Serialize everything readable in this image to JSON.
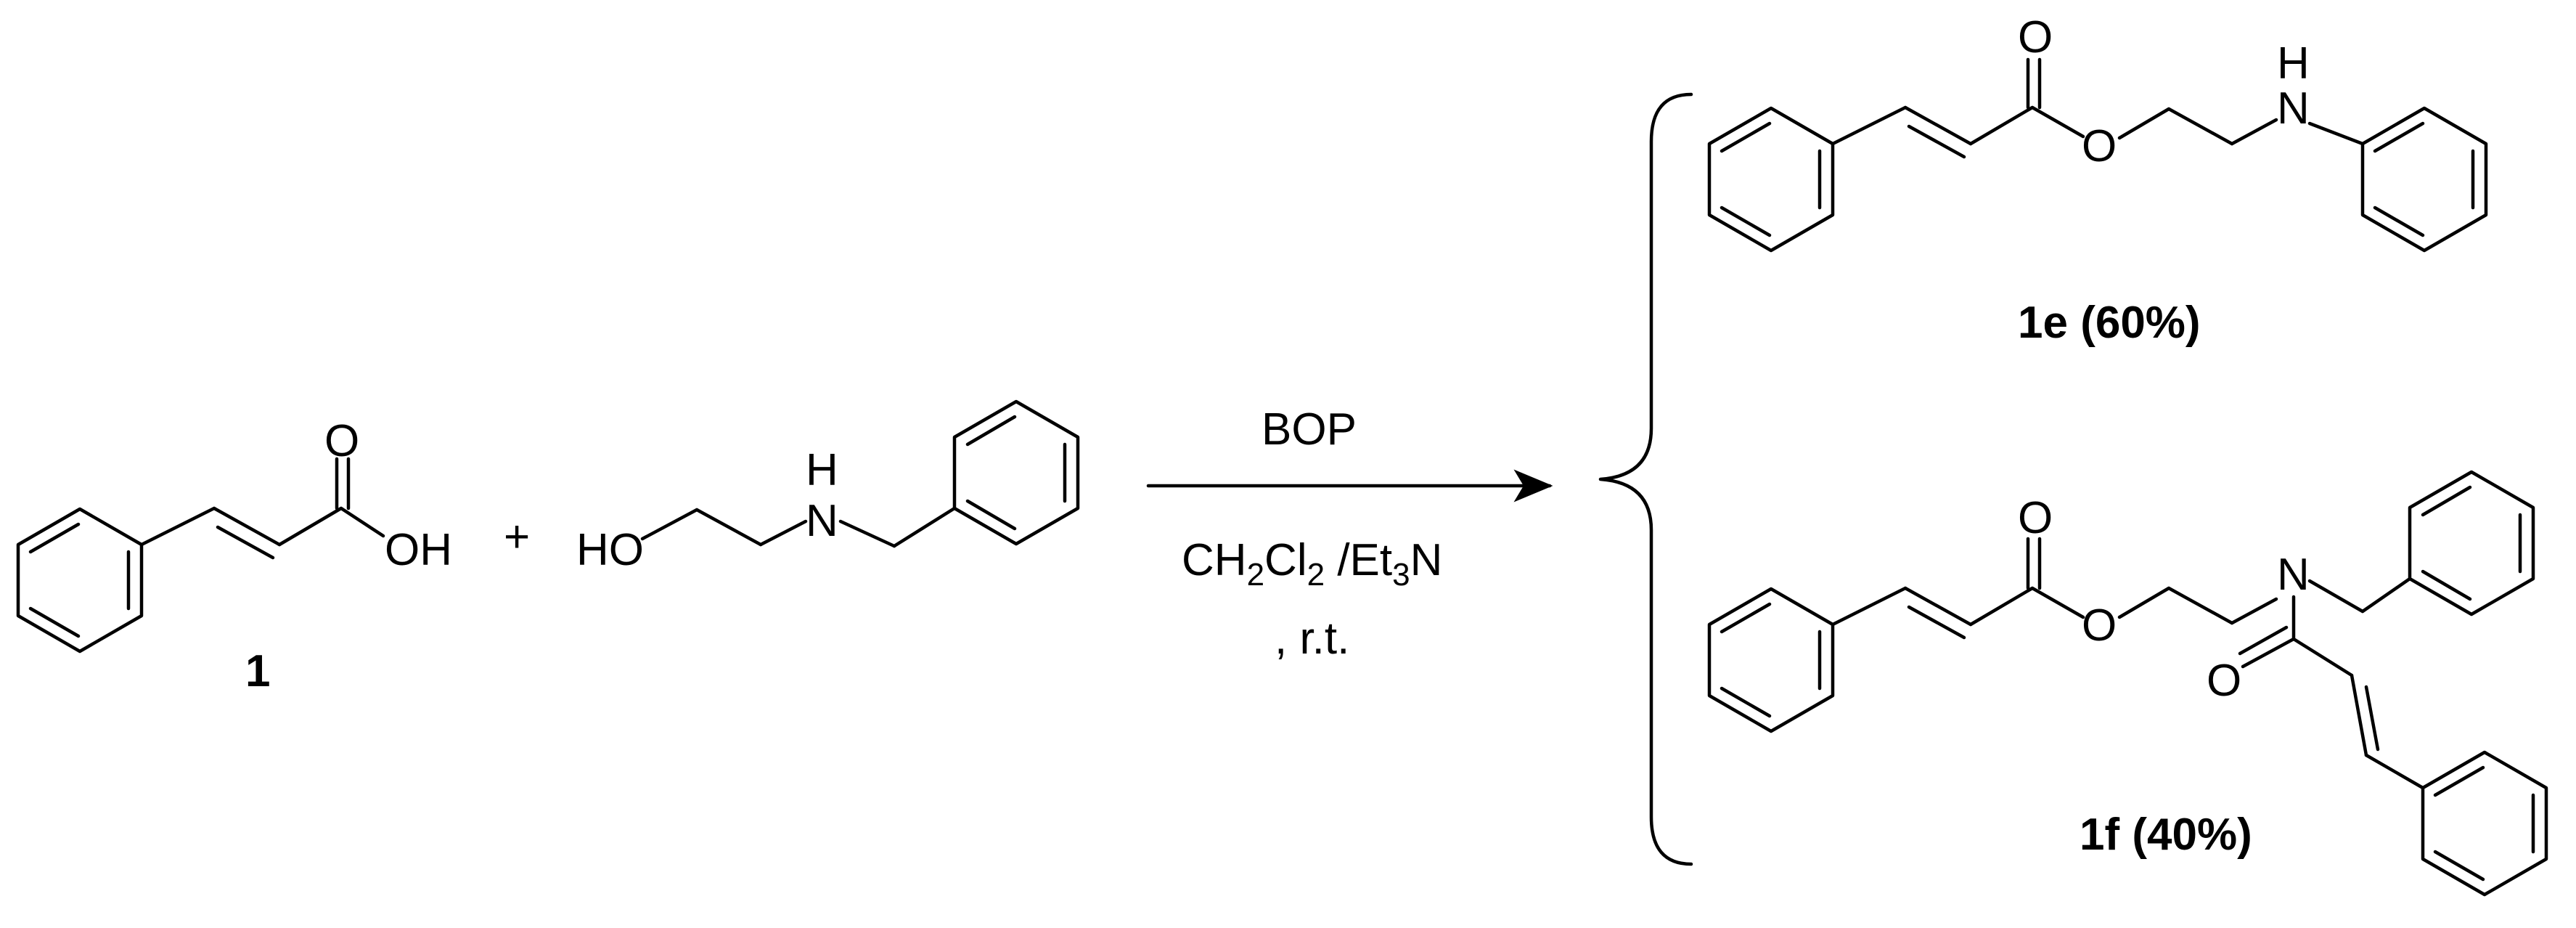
{
  "reactant1": {
    "label": "1",
    "atom_O": "O",
    "atom_OH": "OH"
  },
  "plus": "+",
  "reactant2": {
    "atom_HO": "HO",
    "atom_H": "H",
    "atom_N": "N"
  },
  "conditions": {
    "reagent": "BOP",
    "solvent_CH": "CH",
    "solvent_sub1": "2",
    "solvent_Cl": "Cl",
    "solvent_sub2": "2",
    "solvent_Et": " /Et",
    "solvent_sub3": "3",
    "solvent_N": "N",
    "temperature": ", r.t."
  },
  "product_1e": {
    "label": "1e (60%)",
    "atom_O_carbonyl": "O",
    "atom_O_ester": "O",
    "atom_H": "H",
    "atom_N": "N"
  },
  "product_1f": {
    "label": "1f (40%)",
    "atom_O_carbonyl": "O",
    "atom_O_ester": "O",
    "atom_N": "N",
    "atom_O_amide": "O"
  },
  "colors": {
    "ink": "#000000",
    "background": "#ffffff"
  }
}
